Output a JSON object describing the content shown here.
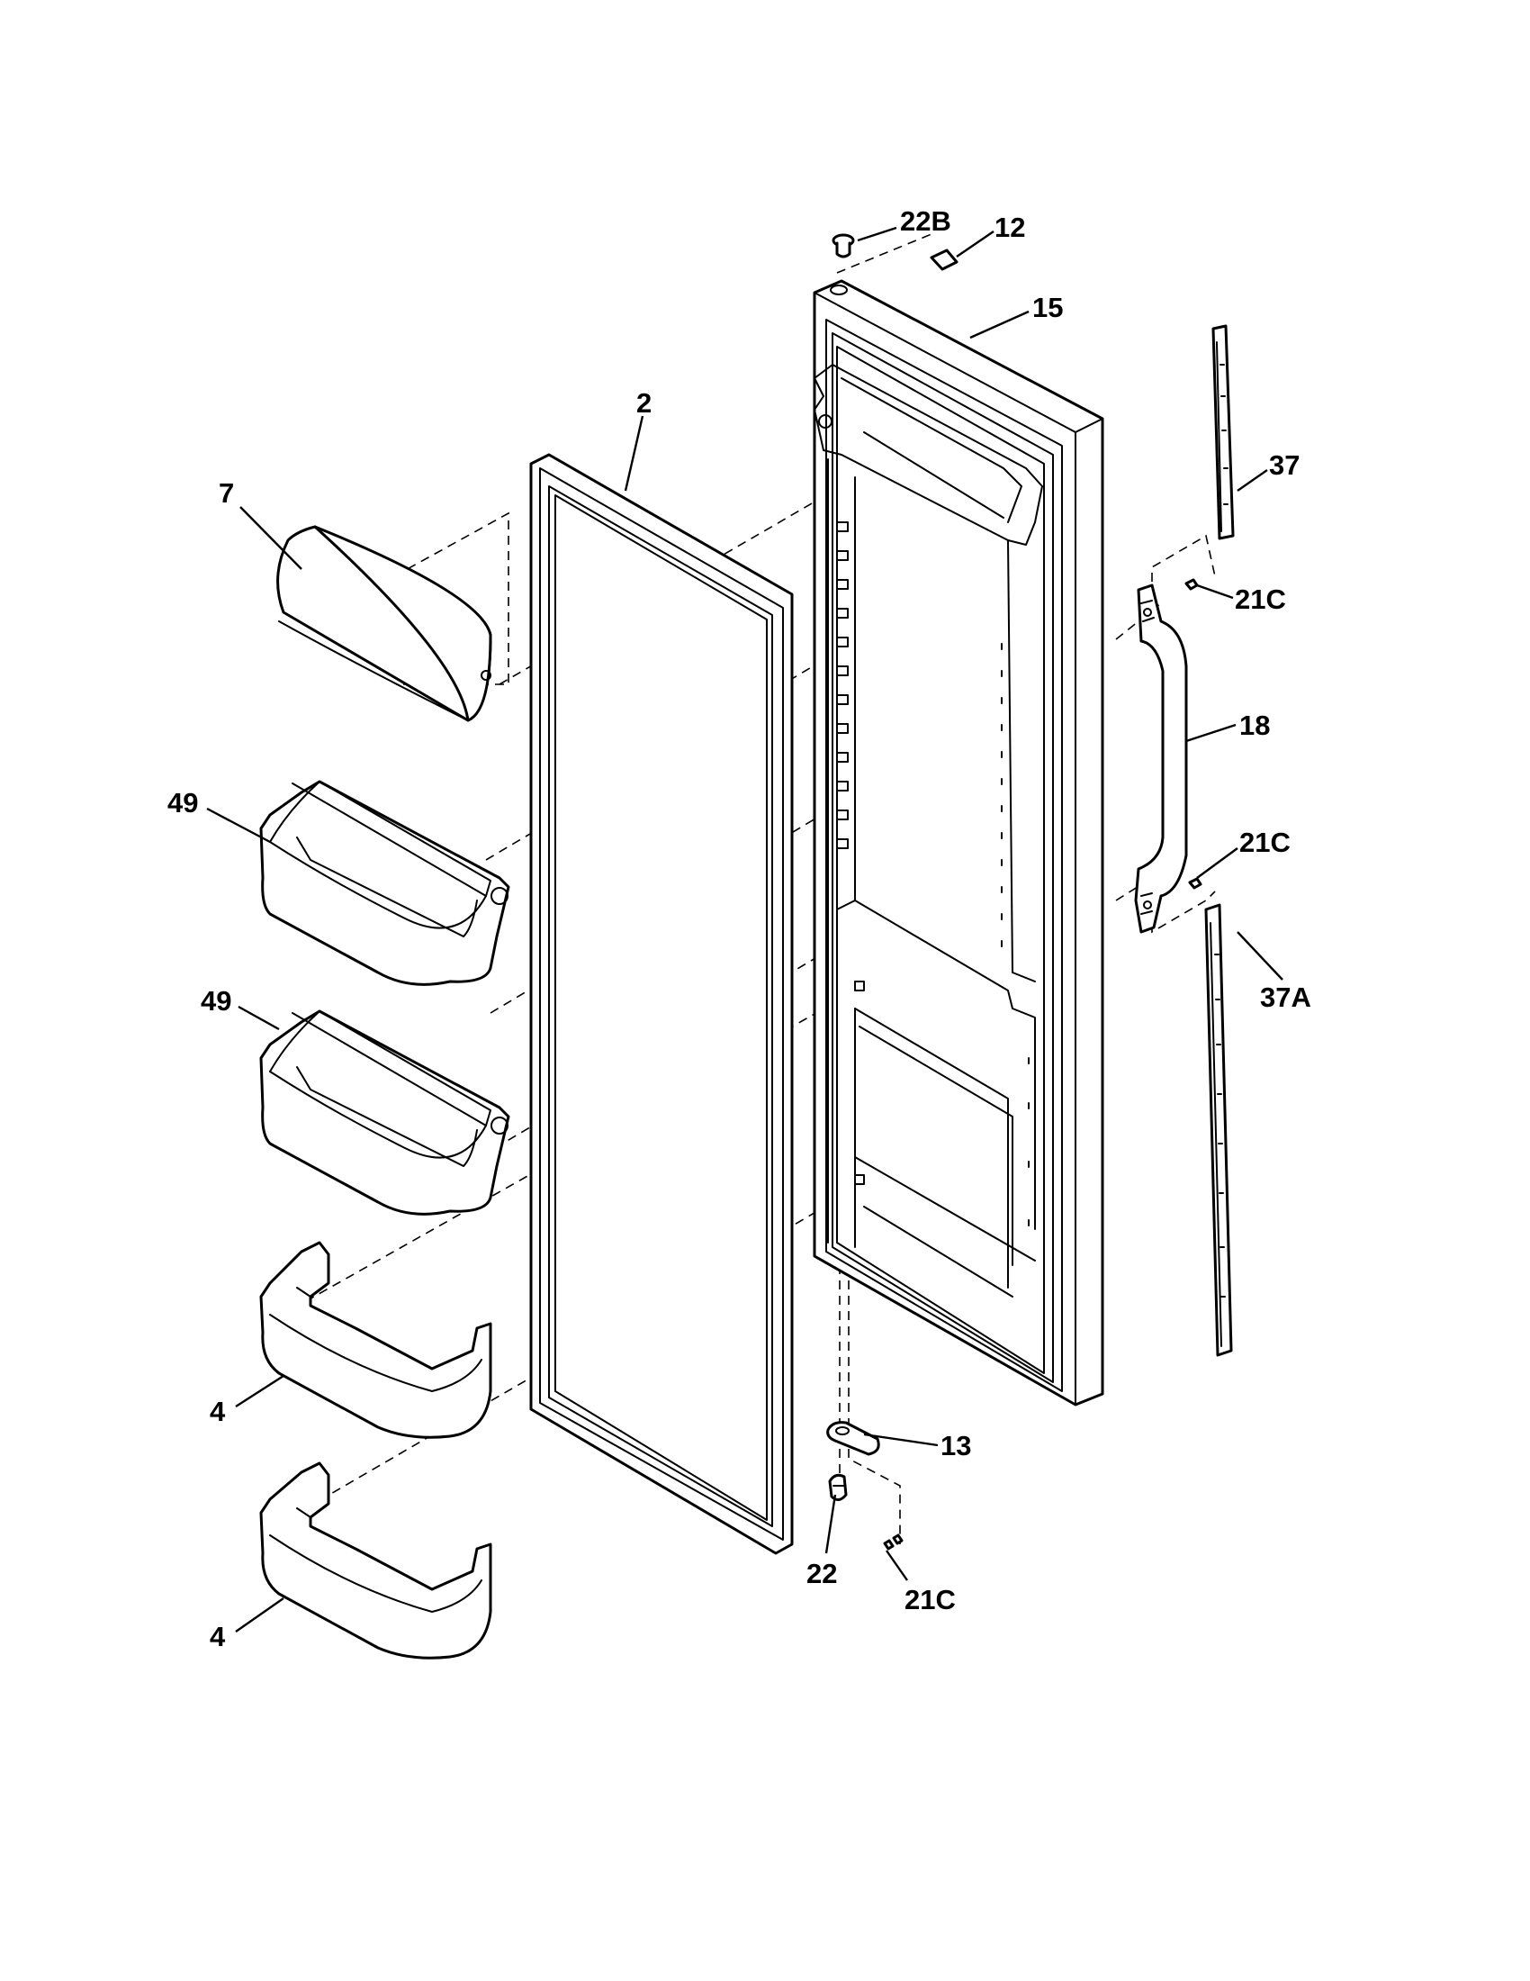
{
  "callouts": {
    "c22B": "22B",
    "c12": "12",
    "c15": "15",
    "c2": "2",
    "c7": "7",
    "c37": "37",
    "c21C_upper": "21C",
    "c18": "18",
    "c49_upper": "49",
    "c21C_middle": "21C",
    "c49_lower": "49",
    "c37A": "37A",
    "c4_upper": "4",
    "c13": "13",
    "c22": "22",
    "c21C_lower": "21C",
    "c4_lower": "4"
  }
}
